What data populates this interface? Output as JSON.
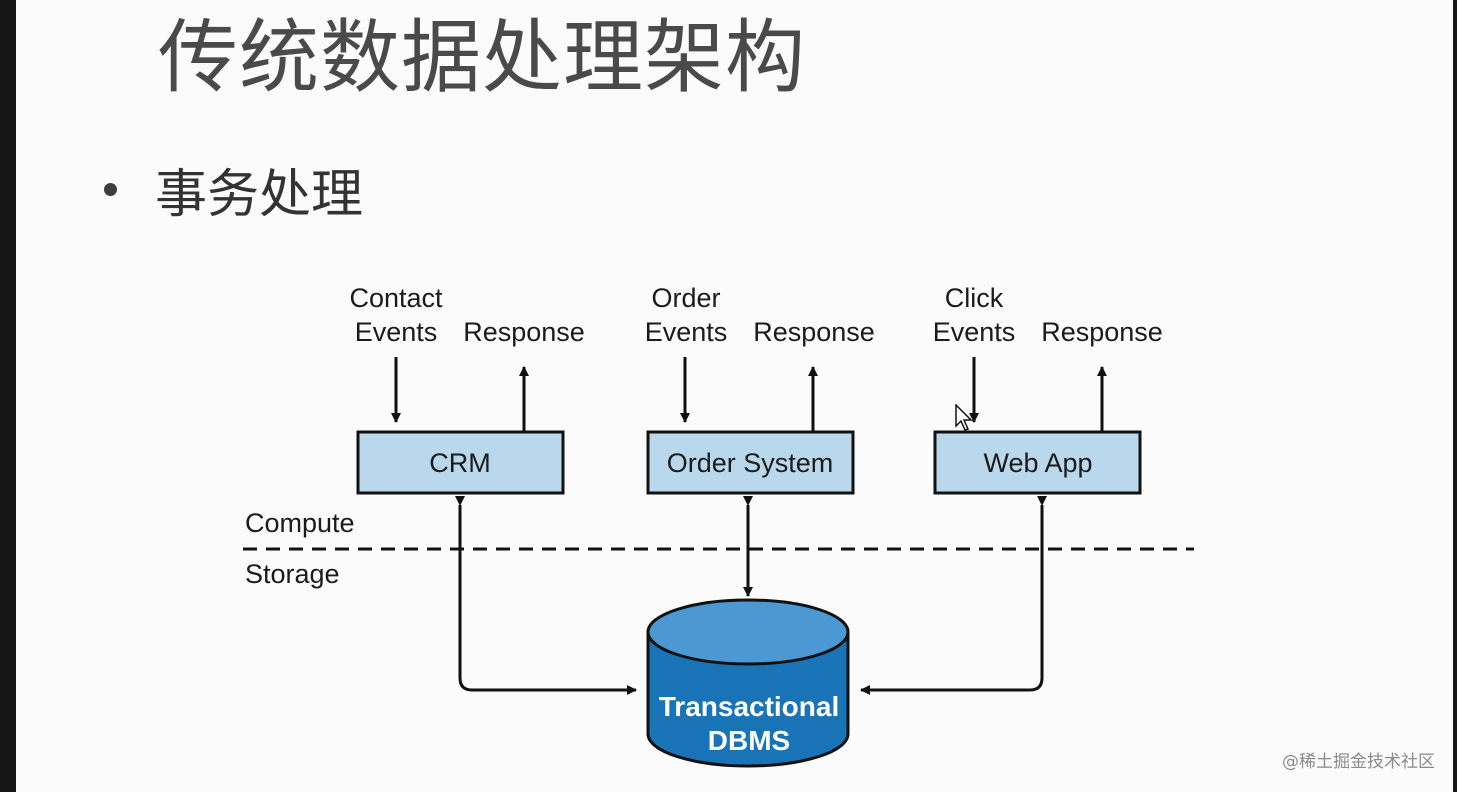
{
  "slide": {
    "title": "传统数据处理架构",
    "bullet": "事务处理"
  },
  "diagram": {
    "apps": [
      {
        "name": "CRM",
        "input_label_lines": [
          "Contact",
          "Events"
        ],
        "output_label": "Response"
      },
      {
        "name": "Order System",
        "input_label_lines": [
          "Order",
          "Events"
        ],
        "output_label": "Response"
      },
      {
        "name": "Web App",
        "input_label_lines": [
          "Click",
          "Events"
        ],
        "output_label": "Response"
      }
    ],
    "layers": {
      "compute": "Compute",
      "storage": "Storage"
    },
    "database": {
      "lines": [
        "Transactional",
        "DBMS"
      ]
    },
    "colors": {
      "box_fill": "#b9d8ec",
      "db_fill": "#1873b7",
      "db_top": "#4b98d2",
      "line": "#111111"
    }
  },
  "watermark": "@稀土掘金技术社区"
}
